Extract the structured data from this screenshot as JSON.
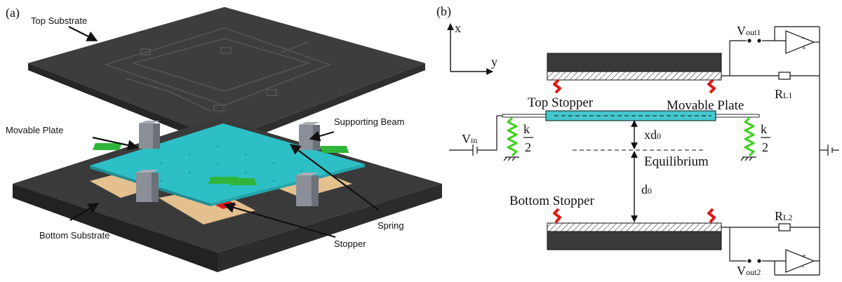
{
  "panel_a": {
    "tag": "(a)",
    "labels": {
      "top_substrate": "Top Substrate",
      "movable_plate": "Movable Plate",
      "supporting_beam": "Supporting Beam",
      "bottom_substrate": "Bottom Substrate",
      "spring": "Spring",
      "stopper": "Stopper"
    }
  },
  "panel_b": {
    "tag": "(b)",
    "axis_x": "x",
    "axis_y": "y",
    "top_stopper": "Top Stopper",
    "movable_plate": "Movable Plate",
    "bottom_stopper": "Bottom Stopper",
    "equilibrium": "Equilibrium",
    "vin": {
      "base": "V",
      "sub": "in"
    },
    "vout1": {
      "base": "V",
      "sub": "out1"
    },
    "vout2": {
      "base": "V",
      "sub": "out2"
    },
    "rl1": {
      "base": "R",
      "sub": "L1"
    },
    "rl2": {
      "base": "R",
      "sub": "L2"
    },
    "spring_k": "k",
    "spring_div": "2",
    "gap_top": {
      "base": "xd",
      "sub": "0"
    },
    "gap_bottom": {
      "base": "d",
      "sub": "0"
    },
    "colors": {
      "plate": "#45c7cf",
      "spring": "#3fd21f",
      "stopper": "#e01818",
      "substrate": "#3a3a3a"
    }
  }
}
